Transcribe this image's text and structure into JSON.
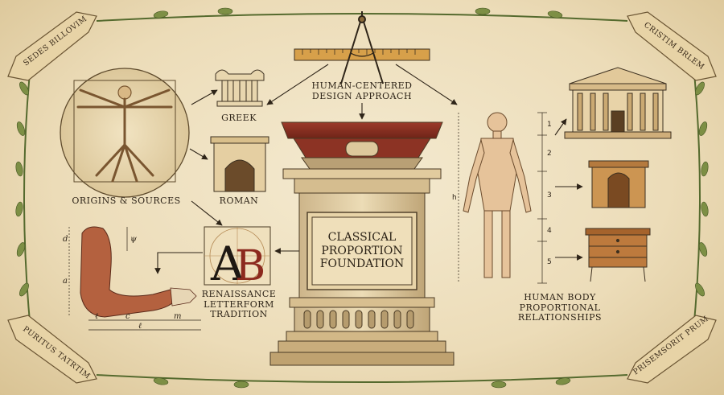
{
  "banners": {
    "top_left": "SEDES BILLOVIM",
    "top_right": "CRISTIM BRLEM",
    "bottom_left": "PURITUS TATRTIM",
    "bottom_right": "PRISEMSORIT PRUM"
  },
  "labels": {
    "origins": "ORIGINS & SOURCES",
    "greek": "GREEK",
    "roman": "ROMAN",
    "approach_line1": "HUMAN-CENTERED",
    "approach_line2": "DESIGN APPROACH",
    "renaissance_line1": "RENAISSANCE",
    "renaissance_line2": "LETTERFORM",
    "renaissance_line3": "TRADITION",
    "body_line1": "HUMAN BODY",
    "body_line2": "PROPORTIONAL RELATIONSHIPS"
  },
  "plaque": {
    "line1": "CLASSICAL",
    "line2": "PROPORTION",
    "line3": "FOUNDATION"
  },
  "letterform": {
    "glyph_a": "A",
    "glyph_b": "B"
  },
  "arm_dimensions": {
    "d": "d",
    "psi": "ψ",
    "a": "a",
    "l": "ℓ",
    "ll": "ℓ",
    "c": "c",
    "m": "m"
  },
  "body_segments": {
    "height": "h",
    "s1": "1",
    "s2": "2",
    "s3": "3",
    "s4": "4",
    "s5": "5"
  }
}
